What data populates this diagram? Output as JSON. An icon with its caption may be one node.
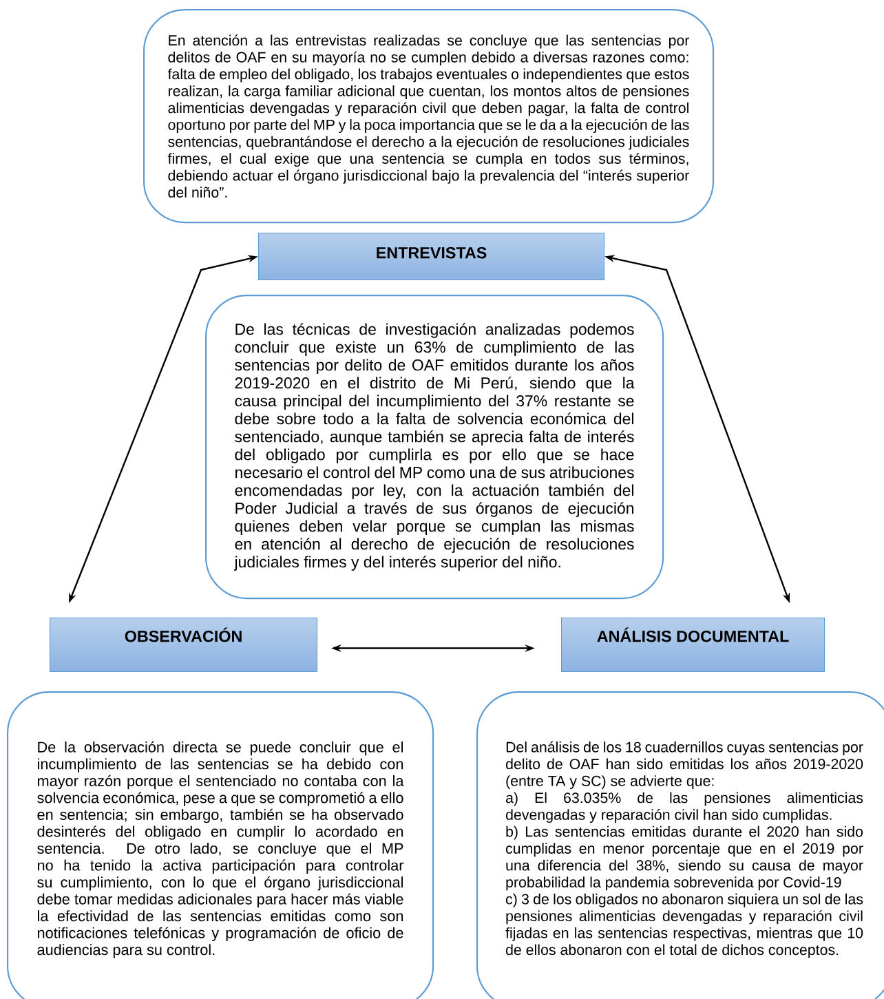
{
  "diagram": {
    "nodes": [
      {
        "text": [
          "En atención a las entrevistas realizadas se concluye que las sentencias por delitos de OAF en su mayoría no se cumplen debido a diversas razones como: falta de empleo del obligado, los trabajos eventuales o independientes que estos realizan, la carga familiar adicional que cuentan, los montos altos de pensiones alimenticias devengadas y reparación civil que deben pagar, la falta de control oportuno por parte del MP y la poca importancia que se le da a la ejecución de las sentencias, quebrantándose el derecho a la ejecución de resoluciones judiciales firmes, el cual exige que una sentencia se cumpla en todos sus términos, debiendo actuar el órgano jurisdiccional bajo la prevalencia del “interés superior del niño”."
        ]
      },
      {
        "text": [
          "ENTREVISTAS"
        ]
      },
      {
        "text": [
          "De las técnicas de investigación analizadas podemos concluir que existe un 63% de cumplimiento de las sentencias por delito de OAF emitidos durante los años 2019-2020 en el distrito de Mi Perú, siendo que la causa principal del incumplimiento del 37% restante se debe sobre todo a la falta de solvencia económica del sentenciado, aunque también se aprecia falta de interés del obligado por cumplirla es por ello que se hace necesario el control del MP como una de sus atribuciones encomendadas por ley, con la actuación también del Poder Judicial a través de sus órganos de ejecución quienes deben velar porque se cumplan las mismas en atención al derecho de ejecución de resoluciones judiciales firmes y del interés superior del niño."
        ]
      },
      {
        "text": [
          "OBSERVACIÓN"
        ]
      },
      {
        "text": [
          "ANÁLISIS DOCUMENTAL"
        ]
      },
      {
        "text": [
          "De la observación directa se puede concluir que el incumplimiento de las sentencias se ha debido con mayor razón porque el sentenciado no contaba con la solvencia económica, pese a que se comprometió a ello en sentencia; sin embargo, también se ha observado desinterés del obligado en cumplir lo acordado en sentencia. De otro lado, se concluye que el MP no ha tenido la activa participación para controlar su cumplimiento, con lo que el órgano jurisdiccional debe tomar medidas adicionales para hacer más viable la efectividad de las sentencias emitidas como son notificaciones telefónicas y programación de oficio de audiencias para su control."
        ]
      },
      {
        "text": [
          "Del análisis de los 18 cuadernillos cuyas sentencias por delito de OAF han sido emitidas los años 2019-2020 (entre TA y SC) se advierte que:",
          "a) El 63.035% de las pensiones alimenticias devengadas y reparación civil han sido cumplidas.",
          "b) Las sentencias emitidas durante el 2020 han sido cumplidas en menor porcentaje que en el 2019 por una diferencia del 38%, siendo su causa de mayor probabilidad la pandemia sobrevenida por Covid-19",
          "c) 3 de los obligados no abonaron siquiera un sol de las pensiones alimenticias devengadas y reparación civil fijadas en las sentencias respectivas, mientras que 10 de ellos abonaron con el total de dichos conceptos."
        ]
      }
    ],
    "edges": [
      {
        "from": 1,
        "to": 3,
        "arrow": "both"
      },
      {
        "from": 1,
        "to": 4,
        "arrow": "both"
      },
      {
        "from": 3,
        "to": 4,
        "arrow": "both"
      }
    ]
  }
}
